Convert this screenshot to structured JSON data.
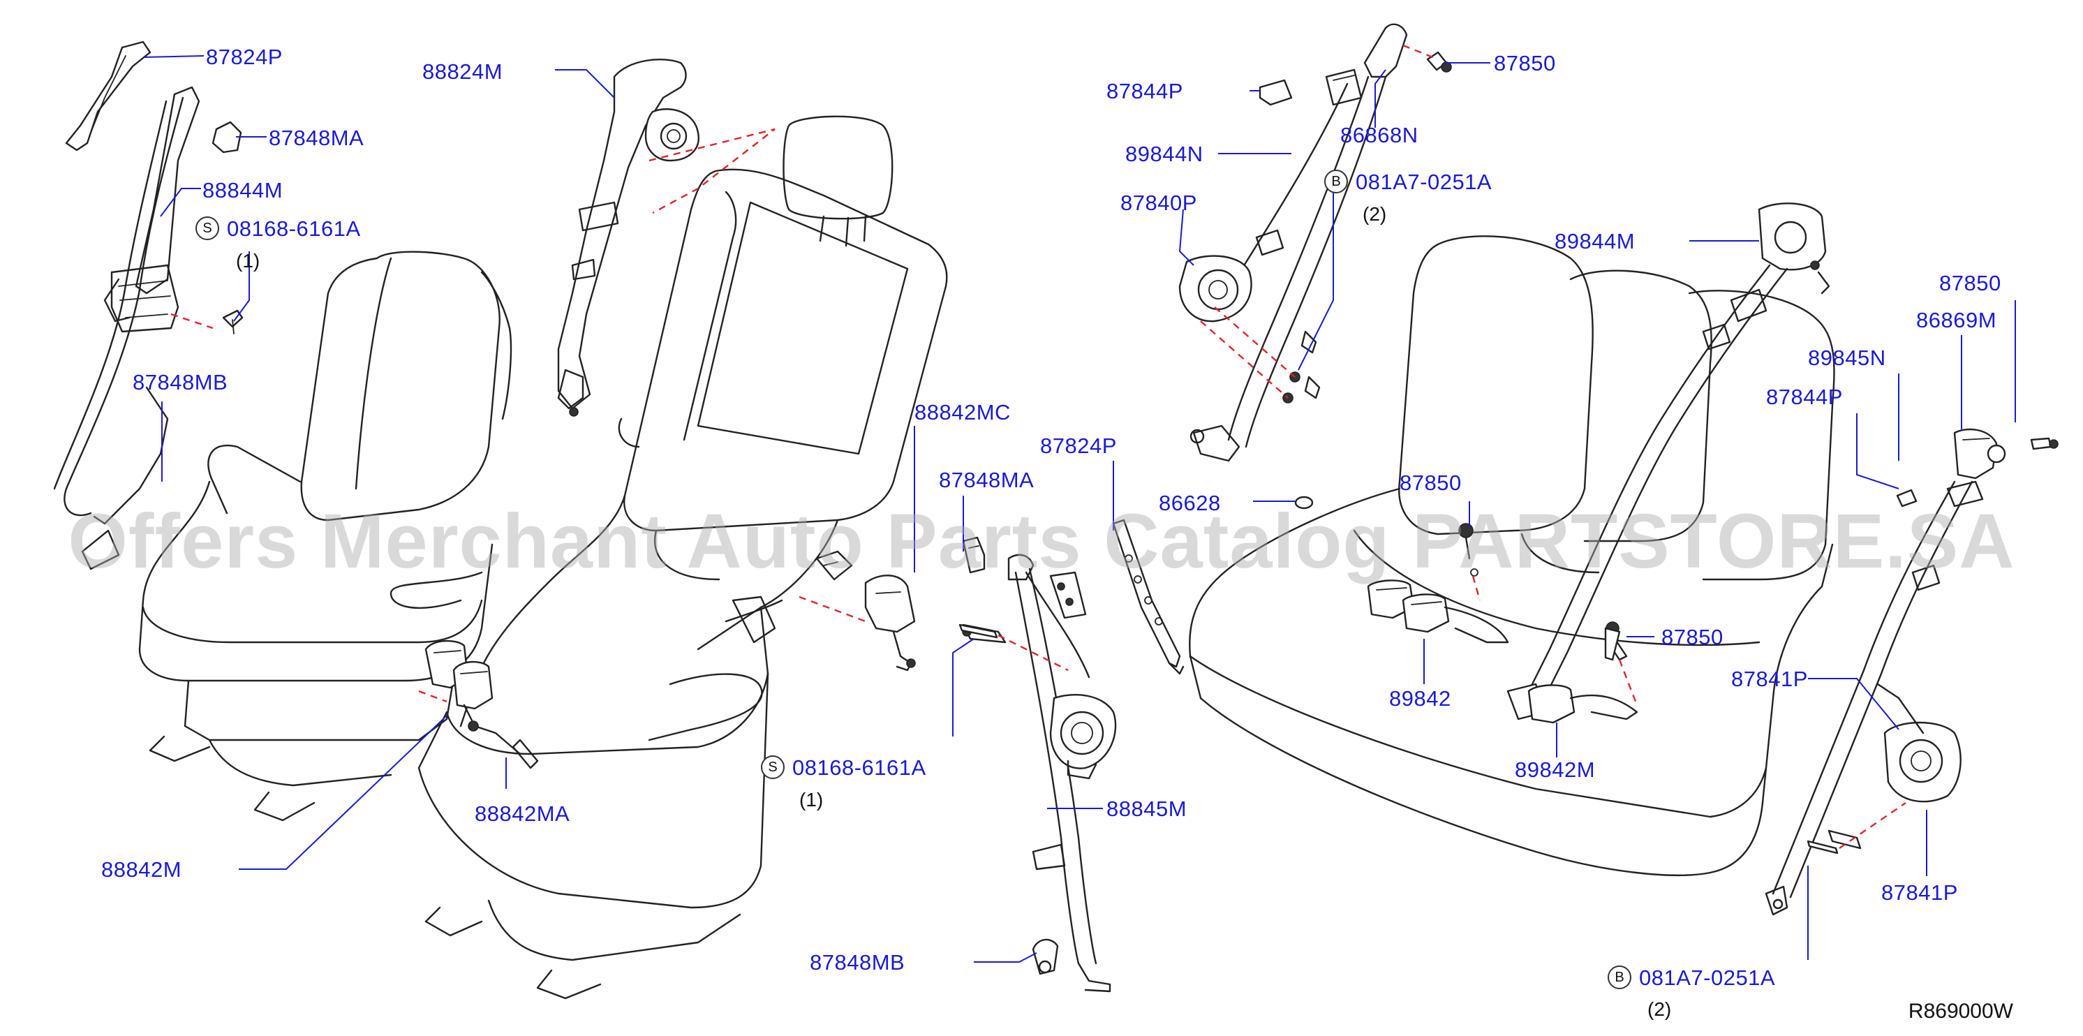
{
  "colors": {
    "label": "#1a1ad6",
    "leader": "#1a1ad6",
    "dashed": "#e0242b",
    "watermark": "#aaaaaa",
    "drawing": "#222222"
  },
  "watermark": "Offers Merchant Auto Parts Catalog PARTSTORE.SA",
  "diagram_code": "R869000W",
  "callouts": {
    "c87824P_a": "87824P",
    "c87848MA_a": "87848MA",
    "c88844M": "88844M",
    "c08168_a": "08168-6161A",
    "c87848MB_a": "87848MB",
    "c88824M": "88824M",
    "c88842MC": "88842MC",
    "c87848MA_b": "87848MA",
    "c87824P_b": "87824P",
    "c86628": "86628",
    "c88842MA": "88842MA",
    "c88842M": "88842M",
    "c08168_b": "08168-6161A",
    "c88845M": "88845M",
    "c87848MB_b": "87848MB",
    "c87844P_a": "87844P",
    "c87850_a": "87850",
    "c86868N": "86868N",
    "c89844N": "89844N",
    "c081A7_a": "081A7-0251A",
    "c87840P": "87840P",
    "c89844M": "89844M",
    "c87850_b": "87850",
    "c86869M": "86869M",
    "c89845N": "89845N",
    "c87844P_b": "87844P",
    "c87850_c": "87850",
    "c87850_d": "87850",
    "c89842": "89842",
    "c89842M": "89842M",
    "c87841P_a": "87841P",
    "c87841P_b": "87841P",
    "c081A7_b": "081A7-0251A"
  },
  "quantities": {
    "q08168_a": "(1)",
    "q08168_b": "(1)",
    "q081A7_a": "(2)",
    "q081A7_b": "(2)"
  },
  "badges": {
    "b08168_a": "S",
    "b08168_b": "S",
    "b081A7_a": "B",
    "b081A7_b": "B"
  }
}
